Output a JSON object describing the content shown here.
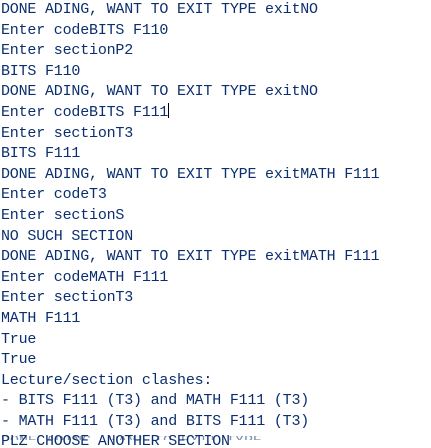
{
  "console": {
    "lines": [
      "DONE ADING, WANT TO EXIT TYPE exitNO",
      "Enter codeBITS F110",
      "Enter sectionP2",
      "BITS F110",
      "DONE ADING, WANT TO EXIT TYPE exitNO",
      "Enter codeBITS F111",
      "Enter sectionT3",
      "BITS F111",
      "DONE ADING, WANT TO EXIT TYPE exitMATH F111",
      "Enter codeT3",
      "Enter sectionS",
      "NO SUCH SECTION",
      "DONE ADING, WANT TO EXIT TYPE exitMATH F111",
      "Enter codeMATH F111",
      "Enter sectionT3",
      "MATH F111",
      "True",
      "True",
      "Lecture/section clashes:",
      "- BITS F111 (T3) and MATH F111 (T3)",
      "- MATH F111 (T3) and BITS F111 (T3)",
      "PLZ CHOOSE ANOTHER SECTION"
    ],
    "partial_last_line": "DONE ADING, WANT TO EXIT TYPE"
  }
}
